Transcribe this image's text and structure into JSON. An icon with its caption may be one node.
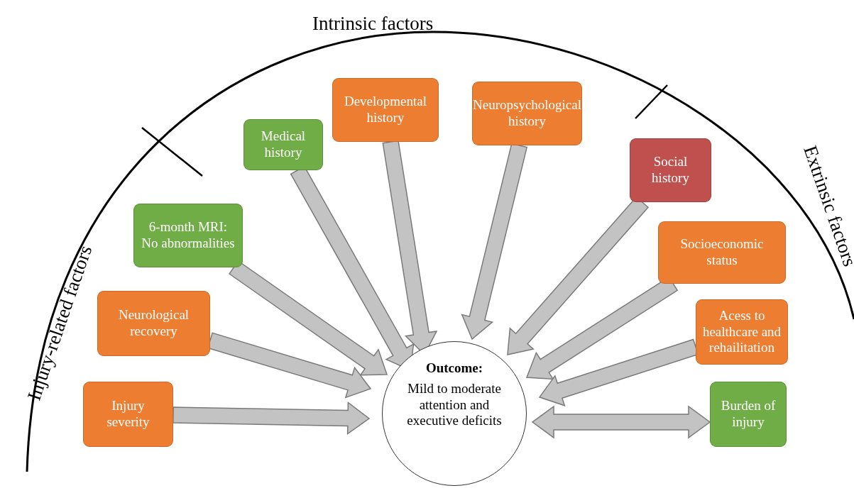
{
  "diagram": {
    "nodes": [
      {
        "text": [
          "Developmental history"
        ]
      },
      {
        "text": [
          "Neuropsychological history"
        ]
      },
      {
        "text": [
          "Medical history"
        ]
      },
      {
        "text": [
          "Social history"
        ]
      },
      {
        "text": [
          "6-month MRI: No abnormalities"
        ]
      },
      {
        "text": [
          "Socioeconomic status"
        ]
      },
      {
        "text": [
          "Neurological recovery"
        ]
      },
      {
        "text": [
          "Acess to healthcare and rehailitation"
        ]
      },
      {
        "text": [
          "Injury severity"
        ]
      },
      {
        "text": [
          "Outcome:",
          "Mild to moderate attention and executive deficits"
        ]
      },
      {
        "text": [
          "Burden of injury"
        ]
      }
    ],
    "edges": [
      {
        "from": 0,
        "to": 9,
        "arrow": "to"
      },
      {
        "from": 1,
        "to": 9,
        "arrow": "to"
      },
      {
        "from": 2,
        "to": 9,
        "arrow": "to"
      },
      {
        "from": 3,
        "to": 9,
        "arrow": "to"
      },
      {
        "from": 4,
        "to": 9,
        "arrow": "to"
      },
      {
        "from": 5,
        "to": 9,
        "arrow": "to"
      },
      {
        "from": 6,
        "to": 9,
        "arrow": "to"
      },
      {
        "from": 7,
        "to": 9,
        "arrow": "to"
      },
      {
        "from": 8,
        "to": 9,
        "arrow": "to"
      },
      {
        "from": 9,
        "to": 10,
        "arrow": "both"
      }
    ],
    "labels": [
      "Intrinsic factors",
      "Injury-related factors",
      "Extrinsic factors"
    ]
  }
}
